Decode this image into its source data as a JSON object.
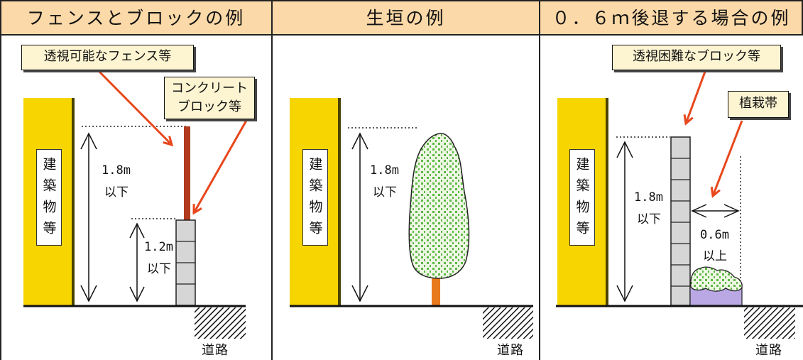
{
  "colors": {
    "header_bg": "#FBD9A8",
    "callout_bg": "#FDF4D2",
    "building": "#F6D500",
    "fence": "#B23A1E",
    "red_arrow": "#E8471C",
    "block": "#D6D6D6",
    "foliage_dots": "#5DB846",
    "trunk": "#E8791A",
    "planter": "#B9A8E4"
  },
  "panels": {
    "fence_block": {
      "title": "フェンスとブロックの例",
      "callout_fence": "透視可能なフェンス等",
      "callout_block_line1": "コンクリート",
      "callout_block_line2": "ブロック等",
      "building": "建築物等",
      "height_total": {
        "value": "1.8m",
        "qualifier": "以下"
      },
      "height_block": {
        "value": "1.2m",
        "qualifier": "以下"
      },
      "road": "道路"
    },
    "hedge": {
      "title": "生垣の例",
      "building": "建築物等",
      "height_total": {
        "value": "1.8m",
        "qualifier": "以下"
      },
      "road": "道路"
    },
    "setback": {
      "title": "０．６ｍ後退する場合の例",
      "callout_block": "透視困難なブロック等",
      "callout_planting": "植栽帯",
      "building": "建築物等",
      "height_total": {
        "value": "1.8m",
        "qualifier": "以下"
      },
      "setback": {
        "value": "0.6m",
        "qualifier": "以上"
      },
      "road": "道路"
    }
  }
}
